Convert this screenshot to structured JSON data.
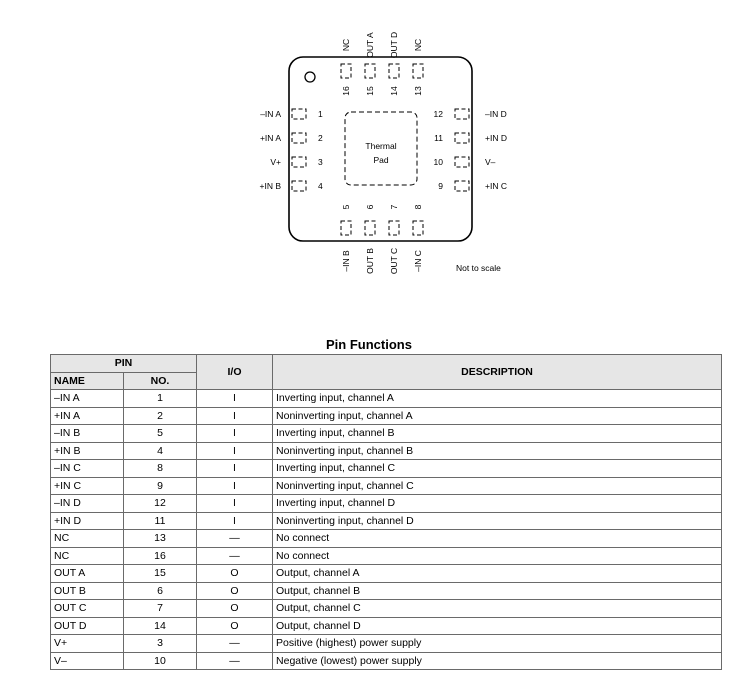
{
  "diagram": {
    "top_labels": [
      "NC",
      "OUT A",
      "OUT D",
      "NC"
    ],
    "top_numbers": [
      "16",
      "15",
      "14",
      "13"
    ],
    "left_labels": [
      "–IN A",
      "+IN A",
      "V+",
      "+IN B"
    ],
    "left_numbers": [
      "1",
      "2",
      "3",
      "4"
    ],
    "right_labels": [
      "–IN D",
      "+IN D",
      "V–",
      "+IN C"
    ],
    "right_numbers": [
      "12",
      "11",
      "10",
      "9"
    ],
    "bottom_labels": [
      "–IN B",
      "OUT B",
      "OUT C",
      "–IN C"
    ],
    "bottom_numbers": [
      "5",
      "6",
      "7",
      "8"
    ],
    "thermal_pad_line1": "Thermal",
    "thermal_pad_line2": "Pad",
    "note": "Not to scale"
  },
  "table": {
    "title": "Pin Functions",
    "header_pin": "PIN",
    "header_name": "NAME",
    "header_no": "NO.",
    "header_io": "I/O",
    "header_desc": "DESCRIPTION",
    "rows": [
      {
        "name": "–IN A",
        "no": "1",
        "io": "I",
        "desc": "Inverting input, channel A"
      },
      {
        "name": "+IN A",
        "no": "2",
        "io": "I",
        "desc": "Noninverting input, channel A"
      },
      {
        "name": "–IN B",
        "no": "5",
        "io": "I",
        "desc": "Inverting input, channel B"
      },
      {
        "name": "+IN B",
        "no": "4",
        "io": "I",
        "desc": "Noninverting input, channel B"
      },
      {
        "name": "–IN C",
        "no": "8",
        "io": "I",
        "desc": "Inverting input, channel C"
      },
      {
        "name": "+IN C",
        "no": "9",
        "io": "I",
        "desc": "Noninverting input, channel C"
      },
      {
        "name": "–IN D",
        "no": "12",
        "io": "I",
        "desc": "Inverting input, channel D"
      },
      {
        "name": "+IN D",
        "no": "11",
        "io": "I",
        "desc": "Noninverting input, channel D"
      },
      {
        "name": "NC",
        "no": "13",
        "io": "—",
        "desc": "No connect"
      },
      {
        "name": "NC",
        "no": "16",
        "io": "—",
        "desc": "No connect"
      },
      {
        "name": "OUT A",
        "no": "15",
        "io": "O",
        "desc": "Output, channel A"
      },
      {
        "name": "OUT B",
        "no": "6",
        "io": "O",
        "desc": "Output, channel B"
      },
      {
        "name": "OUT C",
        "no": "7",
        "io": "O",
        "desc": "Output, channel C"
      },
      {
        "name": "OUT D",
        "no": "14",
        "io": "O",
        "desc": "Output, channel D"
      },
      {
        "name": "V+",
        "no": "3",
        "io": "—",
        "desc": "Positive (highest) power supply"
      },
      {
        "name": "V–",
        "no": "10",
        "io": "—",
        "desc": "Negative (lowest) power supply"
      }
    ]
  }
}
